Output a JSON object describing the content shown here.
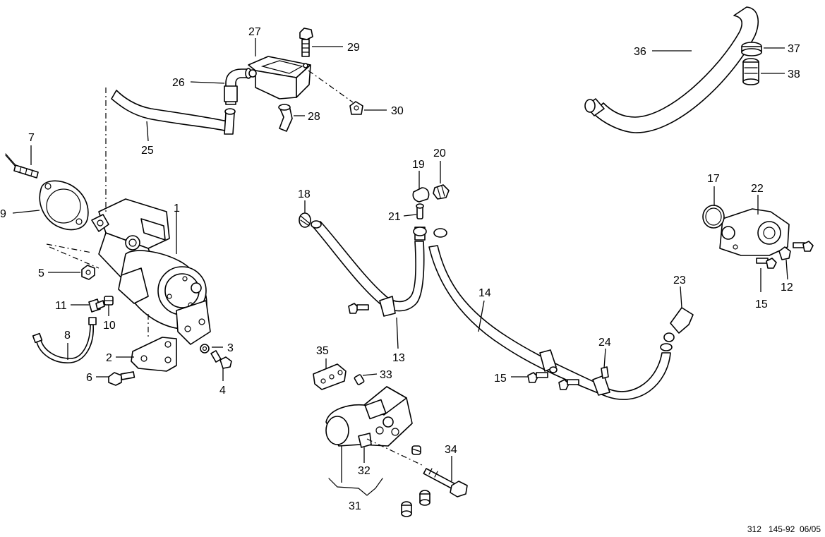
{
  "diagram": {
    "callouts": [
      "1",
      "2",
      "3",
      "4",
      "5",
      "6",
      "7",
      "8",
      "9",
      "10",
      "11",
      "12",
      "13",
      "14",
      "15",
      "15",
      "17",
      "18",
      "19",
      "20",
      "21",
      "22",
      "23",
      "24",
      "25",
      "26",
      "27",
      "28",
      "29",
      "30",
      "31",
      "32",
      "33",
      "34",
      "35",
      "36",
      "37",
      "38"
    ],
    "footer": {
      "code": "312",
      "number": "145-92",
      "date": "06/05"
    }
  }
}
